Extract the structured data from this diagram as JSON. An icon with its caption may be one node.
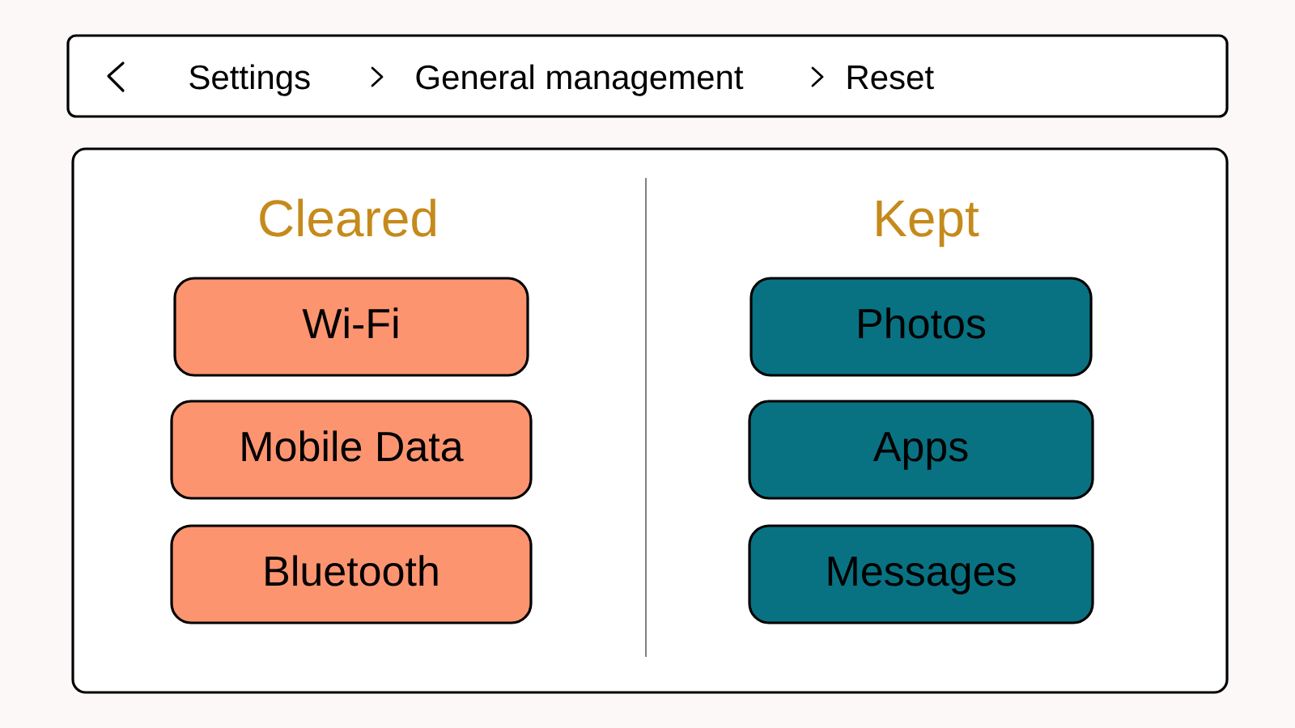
{
  "diagram": {
    "nodes": [
      {
        "text": [
          "Settings",
          "General management",
          "Reset"
        ]
      },
      {
        "text": [
          "Cleared",
          "Kept"
        ]
      },
      {
        "text": [
          "Wi-Fi"
        ],
        "in": 1
      },
      {
        "text": [
          "Mobile Data"
        ],
        "in": 1
      },
      {
        "text": [
          "Bluetooth"
        ],
        "in": 1
      },
      {
        "text": [
          "Photos"
        ],
        "in": 1
      },
      {
        "text": [
          "Apps"
        ],
        "in": 1
      },
      {
        "text": [
          "Messages"
        ],
        "in": 1
      }
    ]
  }
}
